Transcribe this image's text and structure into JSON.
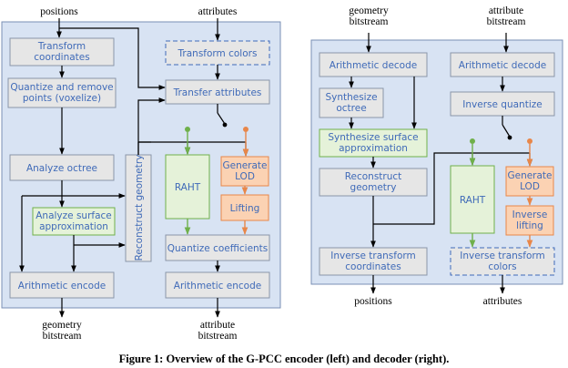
{
  "caption": "Figure 1: Overview of the G-PCC encoder (left) and decoder (right).",
  "encoder": {
    "inputs": {
      "positions": "positions",
      "attributes": "attributes"
    },
    "outputs": {
      "geometry_bitstream": [
        "geometry",
        "bitstream"
      ],
      "attribute_bitstream": [
        "attribute",
        "bitstream"
      ]
    },
    "blocks": {
      "transform_coordinates": [
        "Transform",
        "coordinates"
      ],
      "quantize_remove": [
        "Quantize and remove",
        "points (voxelize)"
      ],
      "analyze_octree": [
        "Analyze octree"
      ],
      "analyze_surface": [
        "Analyze surface",
        "approximation"
      ],
      "arithmetic_encode_geo": [
        "Arithmetic encode"
      ],
      "reconstruct_geometry": "Reconstruct geometry",
      "transform_colors": [
        "Transform colors"
      ],
      "transfer_attributes": [
        "Transfer attributes"
      ],
      "raht": [
        "RAHT"
      ],
      "generate_lod": [
        "Generate",
        "LOD"
      ],
      "lifting": [
        "Lifting"
      ],
      "quantize_coefficients": [
        "Quantize coefficients"
      ],
      "arithmetic_encode_attr": [
        "Arithmetic encode"
      ]
    }
  },
  "decoder": {
    "inputs": {
      "geometry_bitstream": [
        "geometry",
        "bitstream"
      ],
      "attribute_bitstream": [
        "attribute",
        "bitstream"
      ]
    },
    "outputs": {
      "positions": "positions",
      "attributes": "attributes"
    },
    "blocks": {
      "arithmetic_decode_geo": [
        "Arithmetic decode"
      ],
      "synthesize_octree": [
        "Synthesize",
        "octree"
      ],
      "synthesize_surface": [
        "Synthesize surface",
        "approximation"
      ],
      "reconstruct_geometry": [
        "Reconstruct",
        "geometry"
      ],
      "inverse_transform_coords": [
        "Inverse transform",
        "coordinates"
      ],
      "arithmetic_decode_attr": [
        "Arithmetic decode"
      ],
      "inverse_quantize": [
        "Inverse quantize"
      ],
      "raht": [
        "RAHT"
      ],
      "generate_lod": [
        "Generate",
        "LOD"
      ],
      "inverse_lifting": [
        "Inverse",
        "lifting"
      ],
      "inverse_transform_colors": [
        "Inverse transform",
        "colors"
      ]
    }
  },
  "colors": {
    "panel_fill": "#d8e3f3",
    "panel_stroke": "#7a8fb5",
    "block_fill": "#e6e6e6",
    "block_stroke": "#8a96a8",
    "block_text": "#3f6ab8",
    "green_fill": "#e5f2d9",
    "green_stroke": "#6fb04a",
    "orange_fill": "#fbd2b3",
    "orange_stroke": "#e8874a",
    "green_arrow": "#6fb04a",
    "orange_arrow": "#e8874a"
  }
}
